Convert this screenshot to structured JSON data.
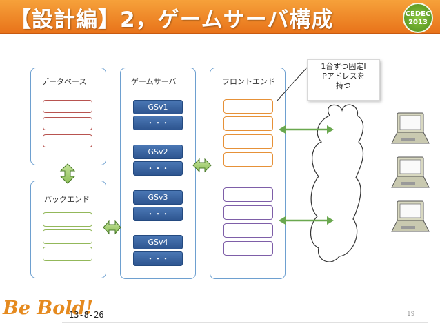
{
  "header": {
    "title": "【設計編】2，ゲームサーバ構成",
    "logo_line1": "CEDEC",
    "logo_line2": "2013"
  },
  "diagram": {
    "database_label": "データベース",
    "backend_label": "バックエンド",
    "gameserver_label": "ゲームサーバ",
    "frontend_label": "フロントエンド",
    "gs_nodes": [
      "GSv1",
      "GSv2",
      "GSv3",
      "GSv4"
    ],
    "ellipsis": "・・・",
    "callout_lines": [
      "1台ずつ固定I",
      "Pアドレスを",
      "持つ"
    ]
  },
  "footer": {
    "logo_text": "Be Bold!",
    "date": "13-8-26",
    "page_number": "19"
  }
}
